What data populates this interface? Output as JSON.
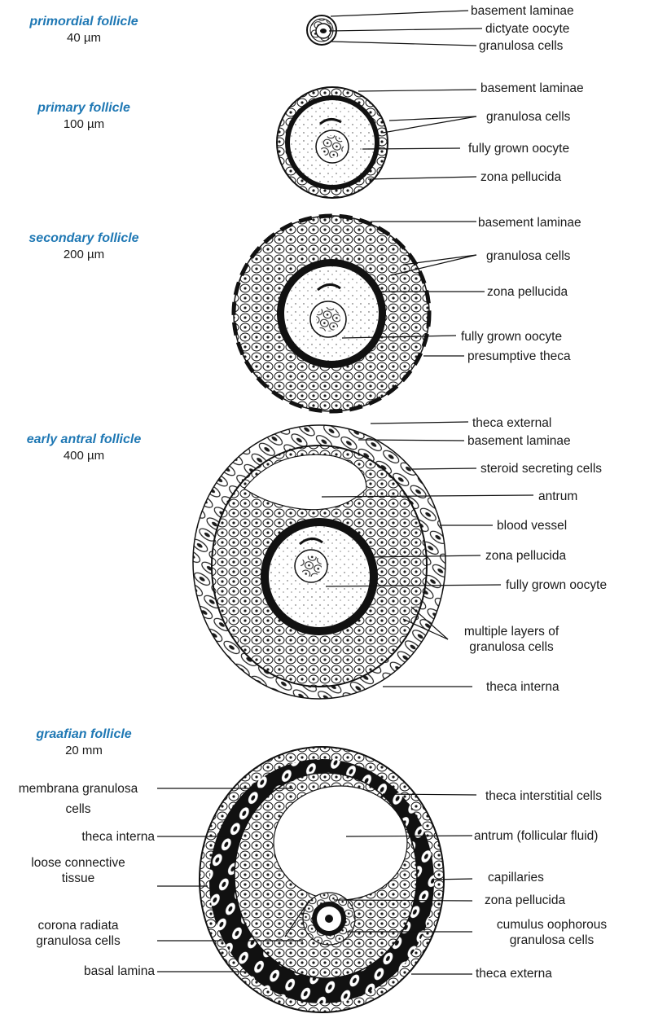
{
  "stages": [
    {
      "name": "primordial follicle",
      "size": "40 µm"
    },
    {
      "name": "primary follicle",
      "size": "100 µm"
    },
    {
      "name": "secondary follicle",
      "size": "200 µm"
    },
    {
      "name": "early antral follicle",
      "size": "400 µm"
    },
    {
      "name": "graafian follicle",
      "size": "20 mm"
    }
  ],
  "labels": {
    "primordial": [
      "basement laminae",
      "dictyate oocyte",
      "granulosa cells"
    ],
    "primary": [
      "basement laminae",
      "granulosa cells",
      "fully grown oocyte",
      "zona pellucida"
    ],
    "secondary": [
      "basement laminae",
      "granulosa cells",
      "zona pellucida",
      "fully grown oocyte",
      "presumptive theca"
    ],
    "antral": [
      "theca external",
      "basement laminae",
      "steroid secreting cells",
      "antrum",
      "blood vessel",
      "zona pellucida",
      "fully grown oocyte",
      "multiple layers of",
      "granulosa cells",
      "theca interna"
    ],
    "graafian_left": [
      "membrana granulosa",
      "cells",
      "theca interna",
      "loose connective",
      "tissue",
      "corona radiata",
      "granulosa cells",
      "basal lamina"
    ],
    "graafian_right": [
      "theca interstitial cells",
      "antrum (follicular fluid)",
      "capillaries",
      "zona pellucida",
      "cumulus oophorous",
      "granulosa cells",
      "theca externa"
    ]
  },
  "colors": {
    "stage_title": "#1f78b4",
    "ink": "#1a1a1a"
  }
}
